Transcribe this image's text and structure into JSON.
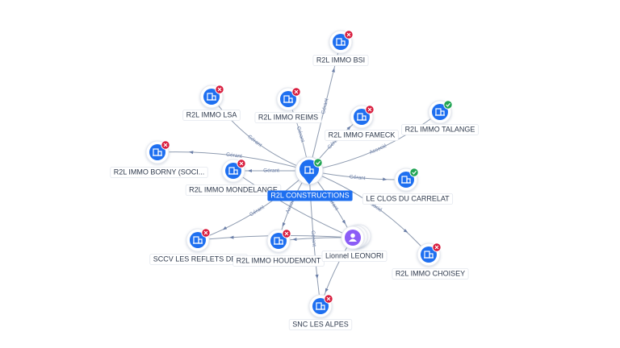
{
  "colors": {
    "company_node": "#1e6ff0",
    "person_node": "#8b5cf6",
    "status_closed": "#d81b3c",
    "status_active": "#21a453",
    "edge": "#8e9bb0",
    "edge_label": "#6b7fa8"
  },
  "center": {
    "label": "R2L CONSTRUCTIONS",
    "icon": "building-icon",
    "status": "active"
  },
  "nodes": [
    {
      "id": "bsi",
      "label": "R2L IMMO BSI",
      "kind": "company",
      "icon": "building-icon",
      "status": "closed"
    },
    {
      "id": "lsa",
      "label": "R2L IMMO LSA",
      "kind": "company",
      "icon": "building-icon",
      "status": "closed"
    },
    {
      "id": "reims",
      "label": "R2L IMMO REIMS",
      "kind": "company",
      "icon": "building-icon",
      "status": "closed"
    },
    {
      "id": "fameck",
      "label": "R2L IMMO FAMECK",
      "kind": "company",
      "icon": "building-icon",
      "status": "closed"
    },
    {
      "id": "talange",
      "label": "R2L IMMO TALANGE",
      "kind": "company",
      "icon": "building-icon",
      "status": "active"
    },
    {
      "id": "borny",
      "label": "R2L IMMO BORNY (SOCI...",
      "kind": "company",
      "icon": "building-icon",
      "status": "closed"
    },
    {
      "id": "mondelange",
      "label": "R2L IMMO MONDELANGE",
      "kind": "company",
      "icon": "building-icon",
      "status": "closed"
    },
    {
      "id": "carrelat",
      "label": "LE CLOS DU CARRELAT",
      "kind": "company",
      "icon": "building-icon",
      "status": "active"
    },
    {
      "id": "sccv",
      "label": "SCCV LES REFLETS DE ...",
      "kind": "company",
      "icon": "building-icon",
      "status": "closed"
    },
    {
      "id": "houdemont",
      "label": "R2L IMMO HOUDEMONT",
      "kind": "company",
      "icon": "building-icon",
      "status": "closed"
    },
    {
      "id": "leonori",
      "label": "Lionnel LEONORI",
      "kind": "person",
      "icon": "person-icon",
      "status": "none"
    },
    {
      "id": "choisey",
      "label": "R2L IMMO CHOISEY",
      "kind": "company",
      "icon": "building-icon",
      "status": "closed"
    },
    {
      "id": "alpes",
      "label": "SNC LES ALPES",
      "kind": "company",
      "icon": "building-icon",
      "status": "closed"
    }
  ],
  "edge_labels": [
    "Gérant",
    "Gérant",
    "Gérant",
    "Gérant",
    "Associé",
    "Gérant",
    "Gérant",
    "Gérant",
    "Gérant",
    "Associé",
    "Gérant",
    "Associé",
    "Gérant"
  ]
}
